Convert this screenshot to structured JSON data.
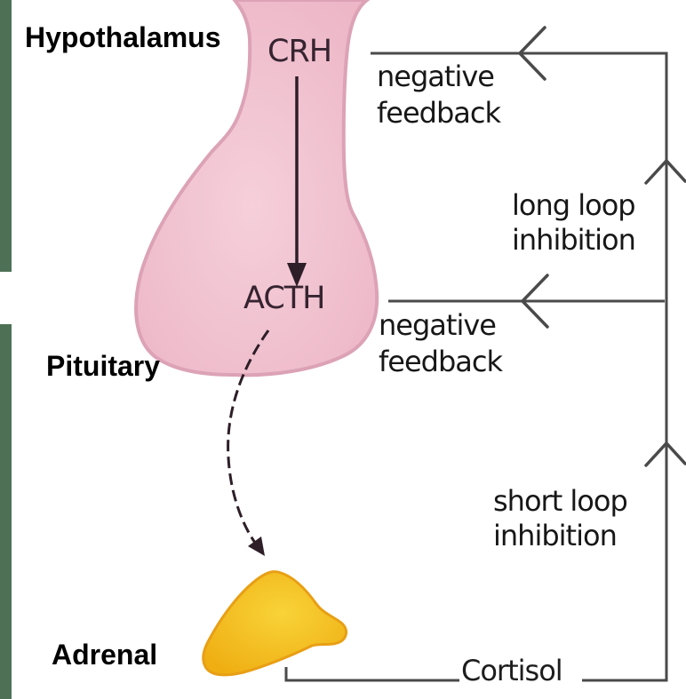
{
  "organs": {
    "hypothalamus": "Hypothalamus",
    "pituitary": "Pituitary",
    "adrenal": "Adrenal"
  },
  "hormones": {
    "crh": "CRH",
    "acth": "ACTH",
    "cortisol": "Cortisol"
  },
  "annotations": {
    "negative_feedback_top": {
      "line1": "negative",
      "line2": "feedback"
    },
    "negative_feedback_mid": {
      "line1": "negative",
      "line2": "feedback"
    },
    "long_loop": {
      "line1": "long loop",
      "line2": "inhibition"
    },
    "short_loop": {
      "line1": "short loop",
      "line2": "inhibition"
    }
  },
  "colors": {
    "background": "#ffffff",
    "left_bar_green": "#4e7155",
    "gland_pink": "#f0c3cf",
    "gland_pink_edge": "#dca2b6",
    "adrenal_yellow": "#f5c81e",
    "adrenal_orange_edge": "#e89f15",
    "line_gray": "#4a4a4a",
    "arrow_dark": "#2d1e27",
    "hormone_text": "#362430",
    "text_dark": "#171717",
    "text_black": "#000000"
  }
}
